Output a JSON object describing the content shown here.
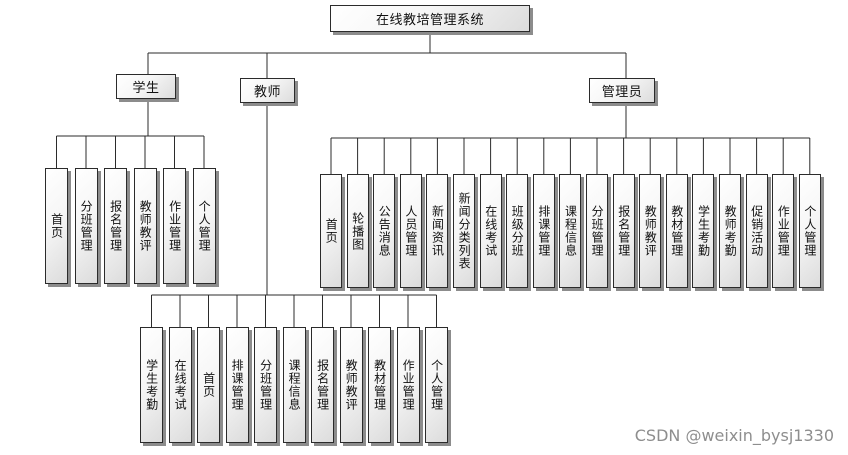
{
  "root": {
    "title": "在线教培管理系统"
  },
  "groups": {
    "student": {
      "title": "学生",
      "items": [
        "首页",
        "分班管理",
        "报名管理",
        "教师教评",
        "作业管理",
        "个人管理"
      ]
    },
    "teacher": {
      "title": "教师",
      "items": [
        "学生考勤",
        "在线考试",
        "首页",
        "排课管理",
        "分班管理",
        "课程信息",
        "报名管理",
        "教师教评",
        "教材管理",
        "作业管理",
        "个人管理"
      ]
    },
    "admin": {
      "title": "管理员",
      "items": [
        "首页",
        "轮播图",
        "公告消息",
        "人员管理",
        "新闻资讯",
        "新闻分类列表",
        "在线考试",
        "班级分班",
        "排课管理",
        "课程信息",
        "分班管理",
        "报名管理",
        "教师教评",
        "教材管理",
        "学生考勤",
        "教师考勤",
        "促销活动",
        "作业管理",
        "个人管理"
      ]
    }
  },
  "watermark": "CSDN @weixin_bysj1330"
}
